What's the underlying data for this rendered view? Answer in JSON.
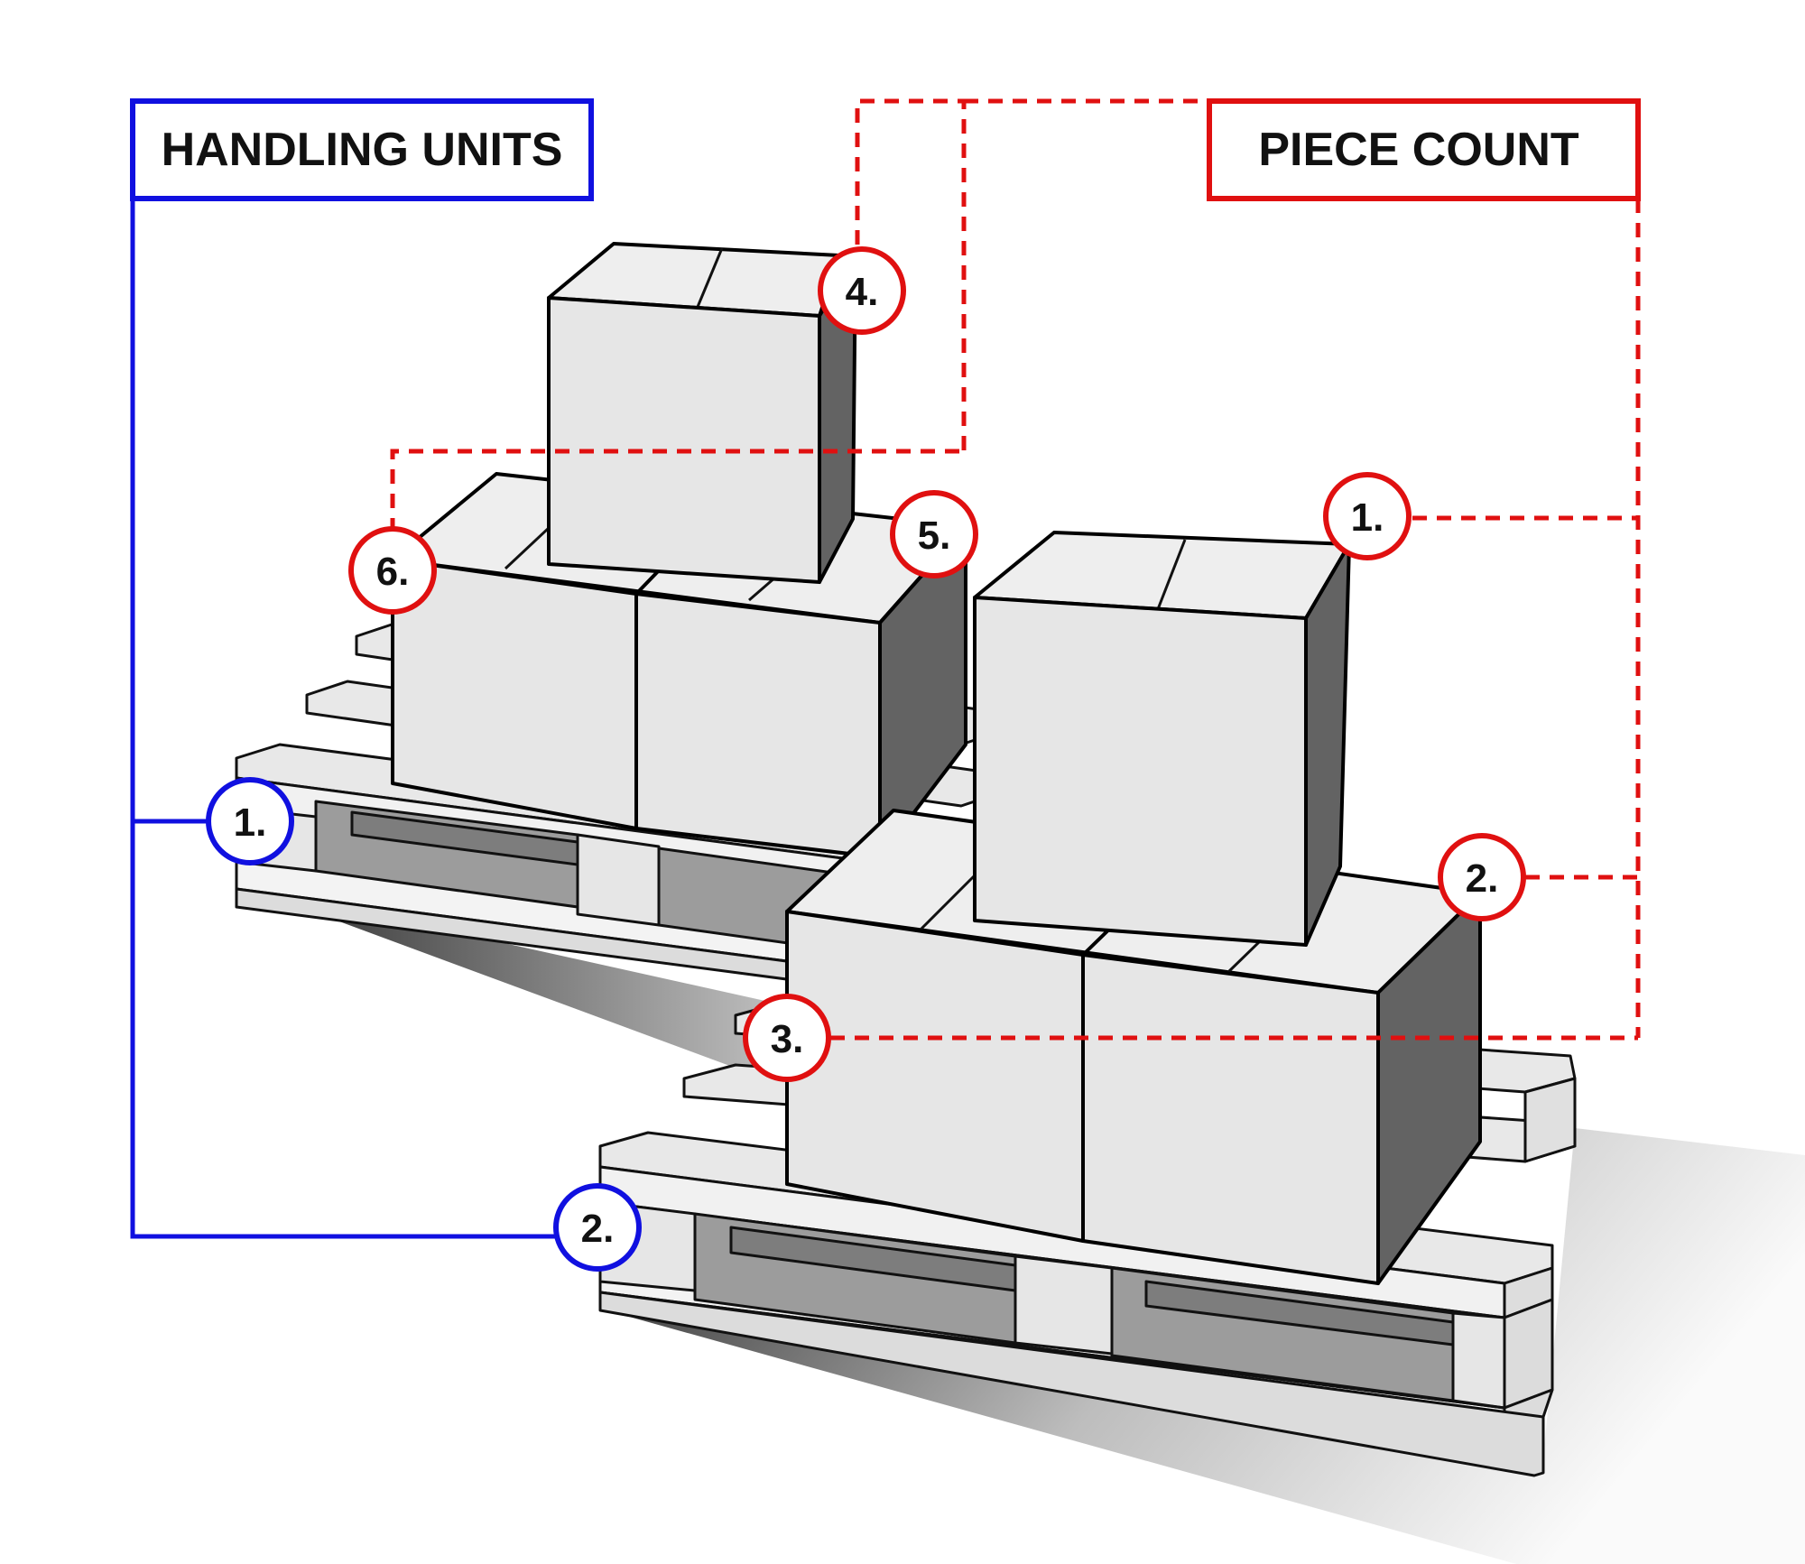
{
  "handling_units": {
    "title": "HANDLING UNITS",
    "color": "#1010e0",
    "markers": [
      "1.",
      "2."
    ]
  },
  "piece_count": {
    "title": "PIECE COUNT",
    "color": "#e01010",
    "markers": [
      "1.",
      "2.",
      "3.",
      "4.",
      "5.",
      "6."
    ]
  }
}
